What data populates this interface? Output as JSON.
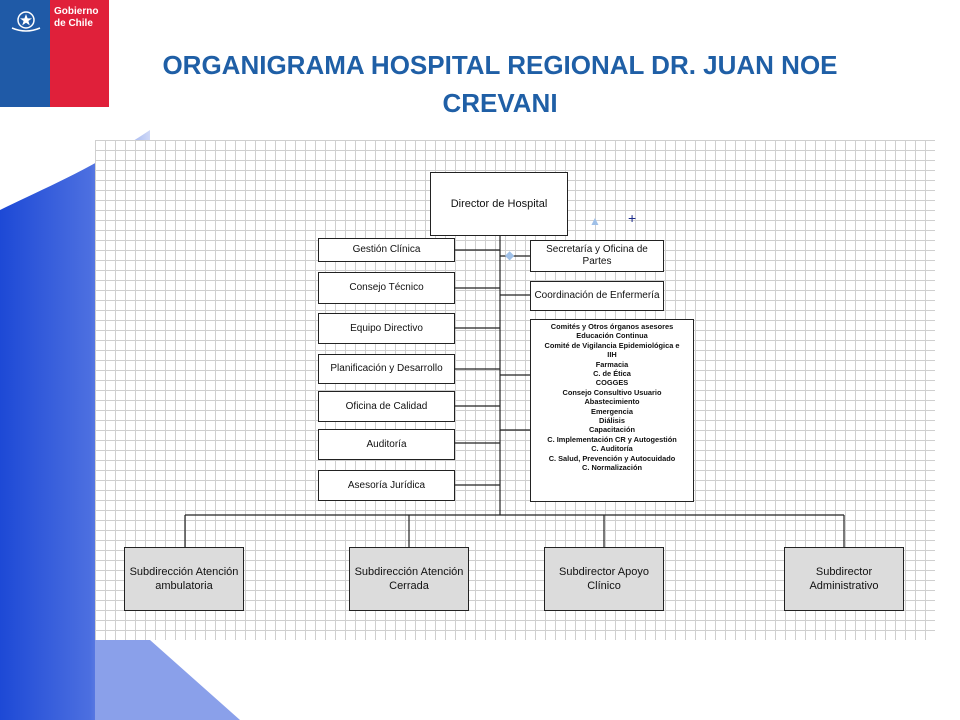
{
  "header": {
    "logo_text": "Gobierno de Chile",
    "title": "ORGANIGRAMA HOSPITAL REGIONAL DR. JUAN NOE CREVANI"
  },
  "colors": {
    "title": "#1f5fa6",
    "logo_blue": "#1f5aa7",
    "logo_red": "#e0203a",
    "swoosh": "#2450d8",
    "subdireccion_fill": "#dcdcdc"
  },
  "org": {
    "director": "Director de Hospital",
    "left_units": [
      "Gestión Clínica",
      "Consejo Técnico",
      "Equipo Directivo",
      "Planificación y Desarrollo",
      "Oficina de Calidad",
      "Auditoría",
      "Asesoría Jurídica"
    ],
    "secretaria": "Secretaría y Oficina de Partes",
    "coordinacion": "Coordinación de Enfermería",
    "comites": [
      "Comités y Otros órganos asesores",
      "Educación Continua",
      "Comité de Vigilancia Epidemiológica e",
      "IIH",
      "Farmacia",
      "C. de Ética",
      "COGGES",
      "Consejo Consultivo Usuario",
      "Abastecimiento",
      "Emergencia",
      "Diálisis",
      "Capacitación",
      "C. Implementación CR y Autogestión",
      "C. Auditoría",
      "C. Salud, Prevención y Autocuidado",
      "C. Normalización"
    ],
    "subdirecciones": [
      "Subdirección Atención ambulatoria",
      "Subdirección Atención Cerrada",
      "Subdirector Apoyo Clínico",
      "Subdirector Administrativo"
    ]
  }
}
